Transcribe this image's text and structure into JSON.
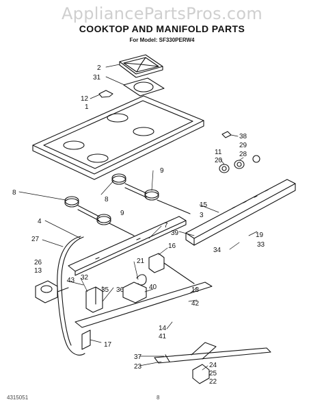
{
  "header": {
    "watermark": "AppliancePartsPros.com",
    "title": "COOKTOP AND MANIFOLD PARTS",
    "model": "For Model: SF330PERW4"
  },
  "footer": {
    "doc_number": "4315051",
    "page_number": "8"
  },
  "callouts": [
    "2",
    "31",
    "12",
    "1",
    "38",
    "29",
    "28",
    "11",
    "20",
    "9",
    "8",
    "15",
    "3",
    "8",
    "9",
    "4",
    "7",
    "39",
    "16",
    "19",
    "33",
    "34",
    "27",
    "26",
    "13",
    "43",
    "32",
    "21",
    "35",
    "40",
    "18",
    "42",
    "36",
    "14",
    "41",
    "17",
    "37",
    "23",
    "24",
    "25",
    "22"
  ]
}
